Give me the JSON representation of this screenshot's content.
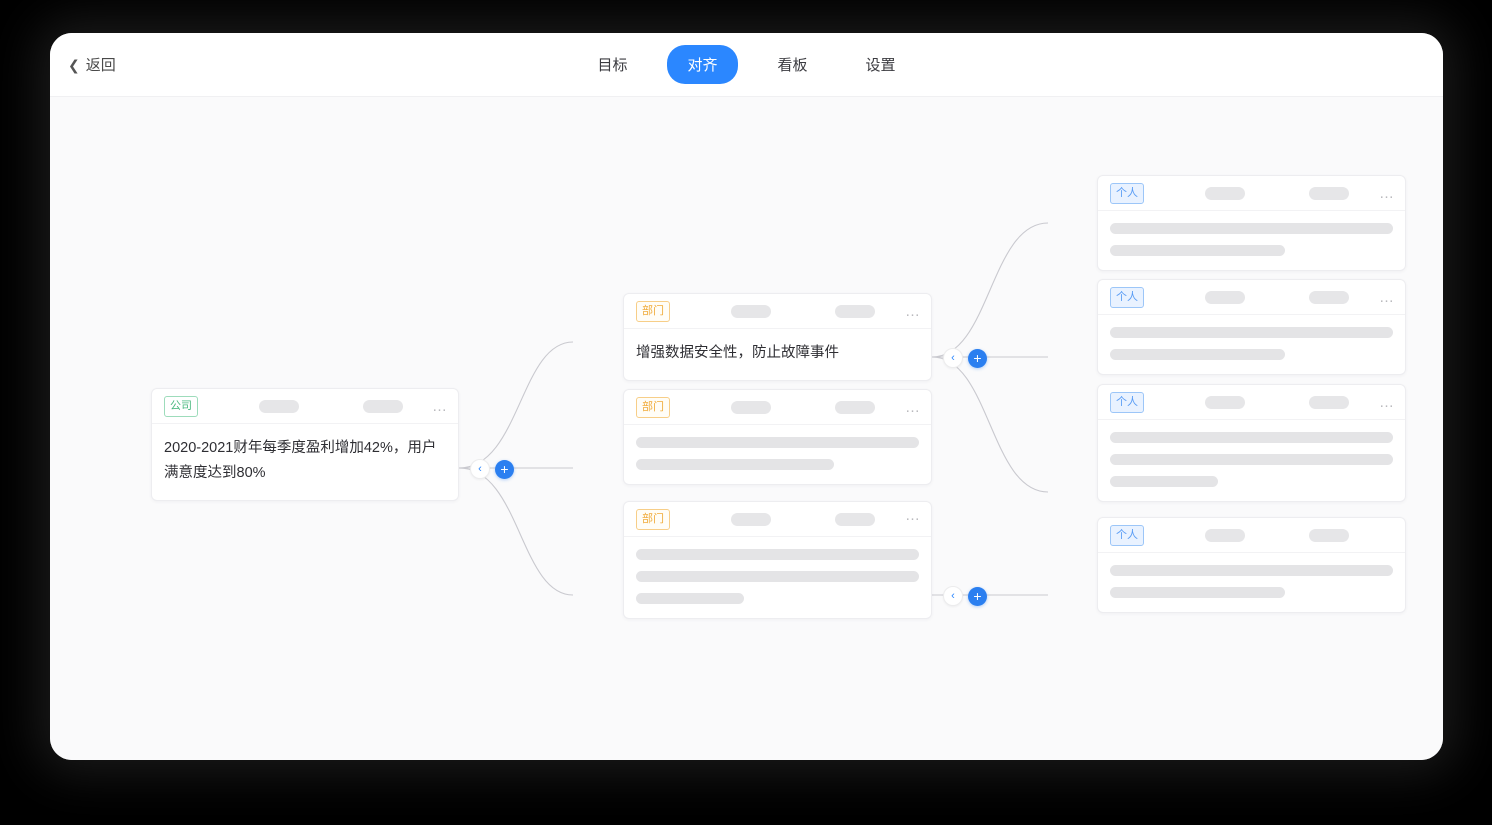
{
  "header": {
    "back_label": "返回",
    "back_icon": "chevron-left-icon",
    "tabs": [
      {
        "label": "目标",
        "active": false
      },
      {
        "label": "对齐",
        "active": true
      },
      {
        "label": "看板",
        "active": false
      },
      {
        "label": "设置",
        "active": false
      }
    ],
    "accent_color": "#2b87ff"
  },
  "badges": {
    "company": "公司",
    "department": "部门",
    "person": "个人",
    "company_color": "#49b87f",
    "department_color": "#f0ab3a",
    "person_color": "#5a9df5"
  },
  "connector": {
    "collapse_icon": "chevron-left-icon",
    "add_icon": "plus-icon",
    "add_label": "+",
    "collapse_label": "‹"
  },
  "cards": {
    "company": {
      "level": "公司",
      "text": "2020-2021财年每季度盈利增加42%，用户满意度达到80%",
      "menu": "…"
    },
    "departments": [
      {
        "level": "部门",
        "text": "增强数据安全性，防止故障事件",
        "menu": "…",
        "bars": []
      },
      {
        "level": "部门",
        "text": "",
        "menu": "…",
        "bars": [
          100,
          70
        ]
      },
      {
        "level": "部门",
        "text": "",
        "menu": "…",
        "bars": [
          100,
          100,
          38
        ]
      }
    ],
    "persons": [
      {
        "level": "个人",
        "menu": "…",
        "bars": [
          100,
          62
        ]
      },
      {
        "level": "个人",
        "menu": "…",
        "bars": [
          100,
          62
        ]
      },
      {
        "level": "个人",
        "menu": "…",
        "bars": [
          100,
          100,
          38
        ]
      },
      {
        "level": "个人",
        "menu": "",
        "bars": [
          100,
          62
        ]
      }
    ]
  }
}
